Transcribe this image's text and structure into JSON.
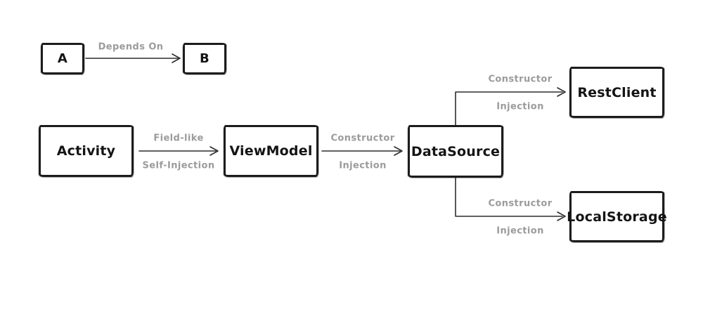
{
  "colors": {
    "background": "#ffffff",
    "box_border": "#1c1c1c",
    "box_text": "#141414",
    "arrow": "#2d2d2d",
    "edge_label": "#9b9b9b"
  },
  "nodes": {
    "a": {
      "label": "A"
    },
    "b": {
      "label": "B"
    },
    "activity": {
      "label": "Activity"
    },
    "viewmodel": {
      "label": "ViewModel"
    },
    "datasource": {
      "label": "DataSource"
    },
    "restclient": {
      "label": "RestClient"
    },
    "localstorage": {
      "label": "LocalStorage"
    }
  },
  "edges": {
    "legend": {
      "from": "A",
      "to": "B",
      "label": "Depends On"
    },
    "activity_to_viewmodel": {
      "from": "Activity",
      "to": "ViewModel",
      "label_top": "Field-like",
      "label_bottom": "Self-Injection"
    },
    "viewmodel_to_datasource": {
      "from": "ViewModel",
      "to": "DataSource",
      "label_top": "Constructor",
      "label_bottom": "Injection"
    },
    "datasource_to_restclient": {
      "from": "DataSource",
      "to": "RestClient",
      "label_top": "Constructor",
      "label_bottom": "Injection"
    },
    "datasource_to_localstorage": {
      "from": "DataSource",
      "to": "LocalStorage",
      "label_top": "Constructor",
      "label_bottom": "Injection"
    }
  }
}
